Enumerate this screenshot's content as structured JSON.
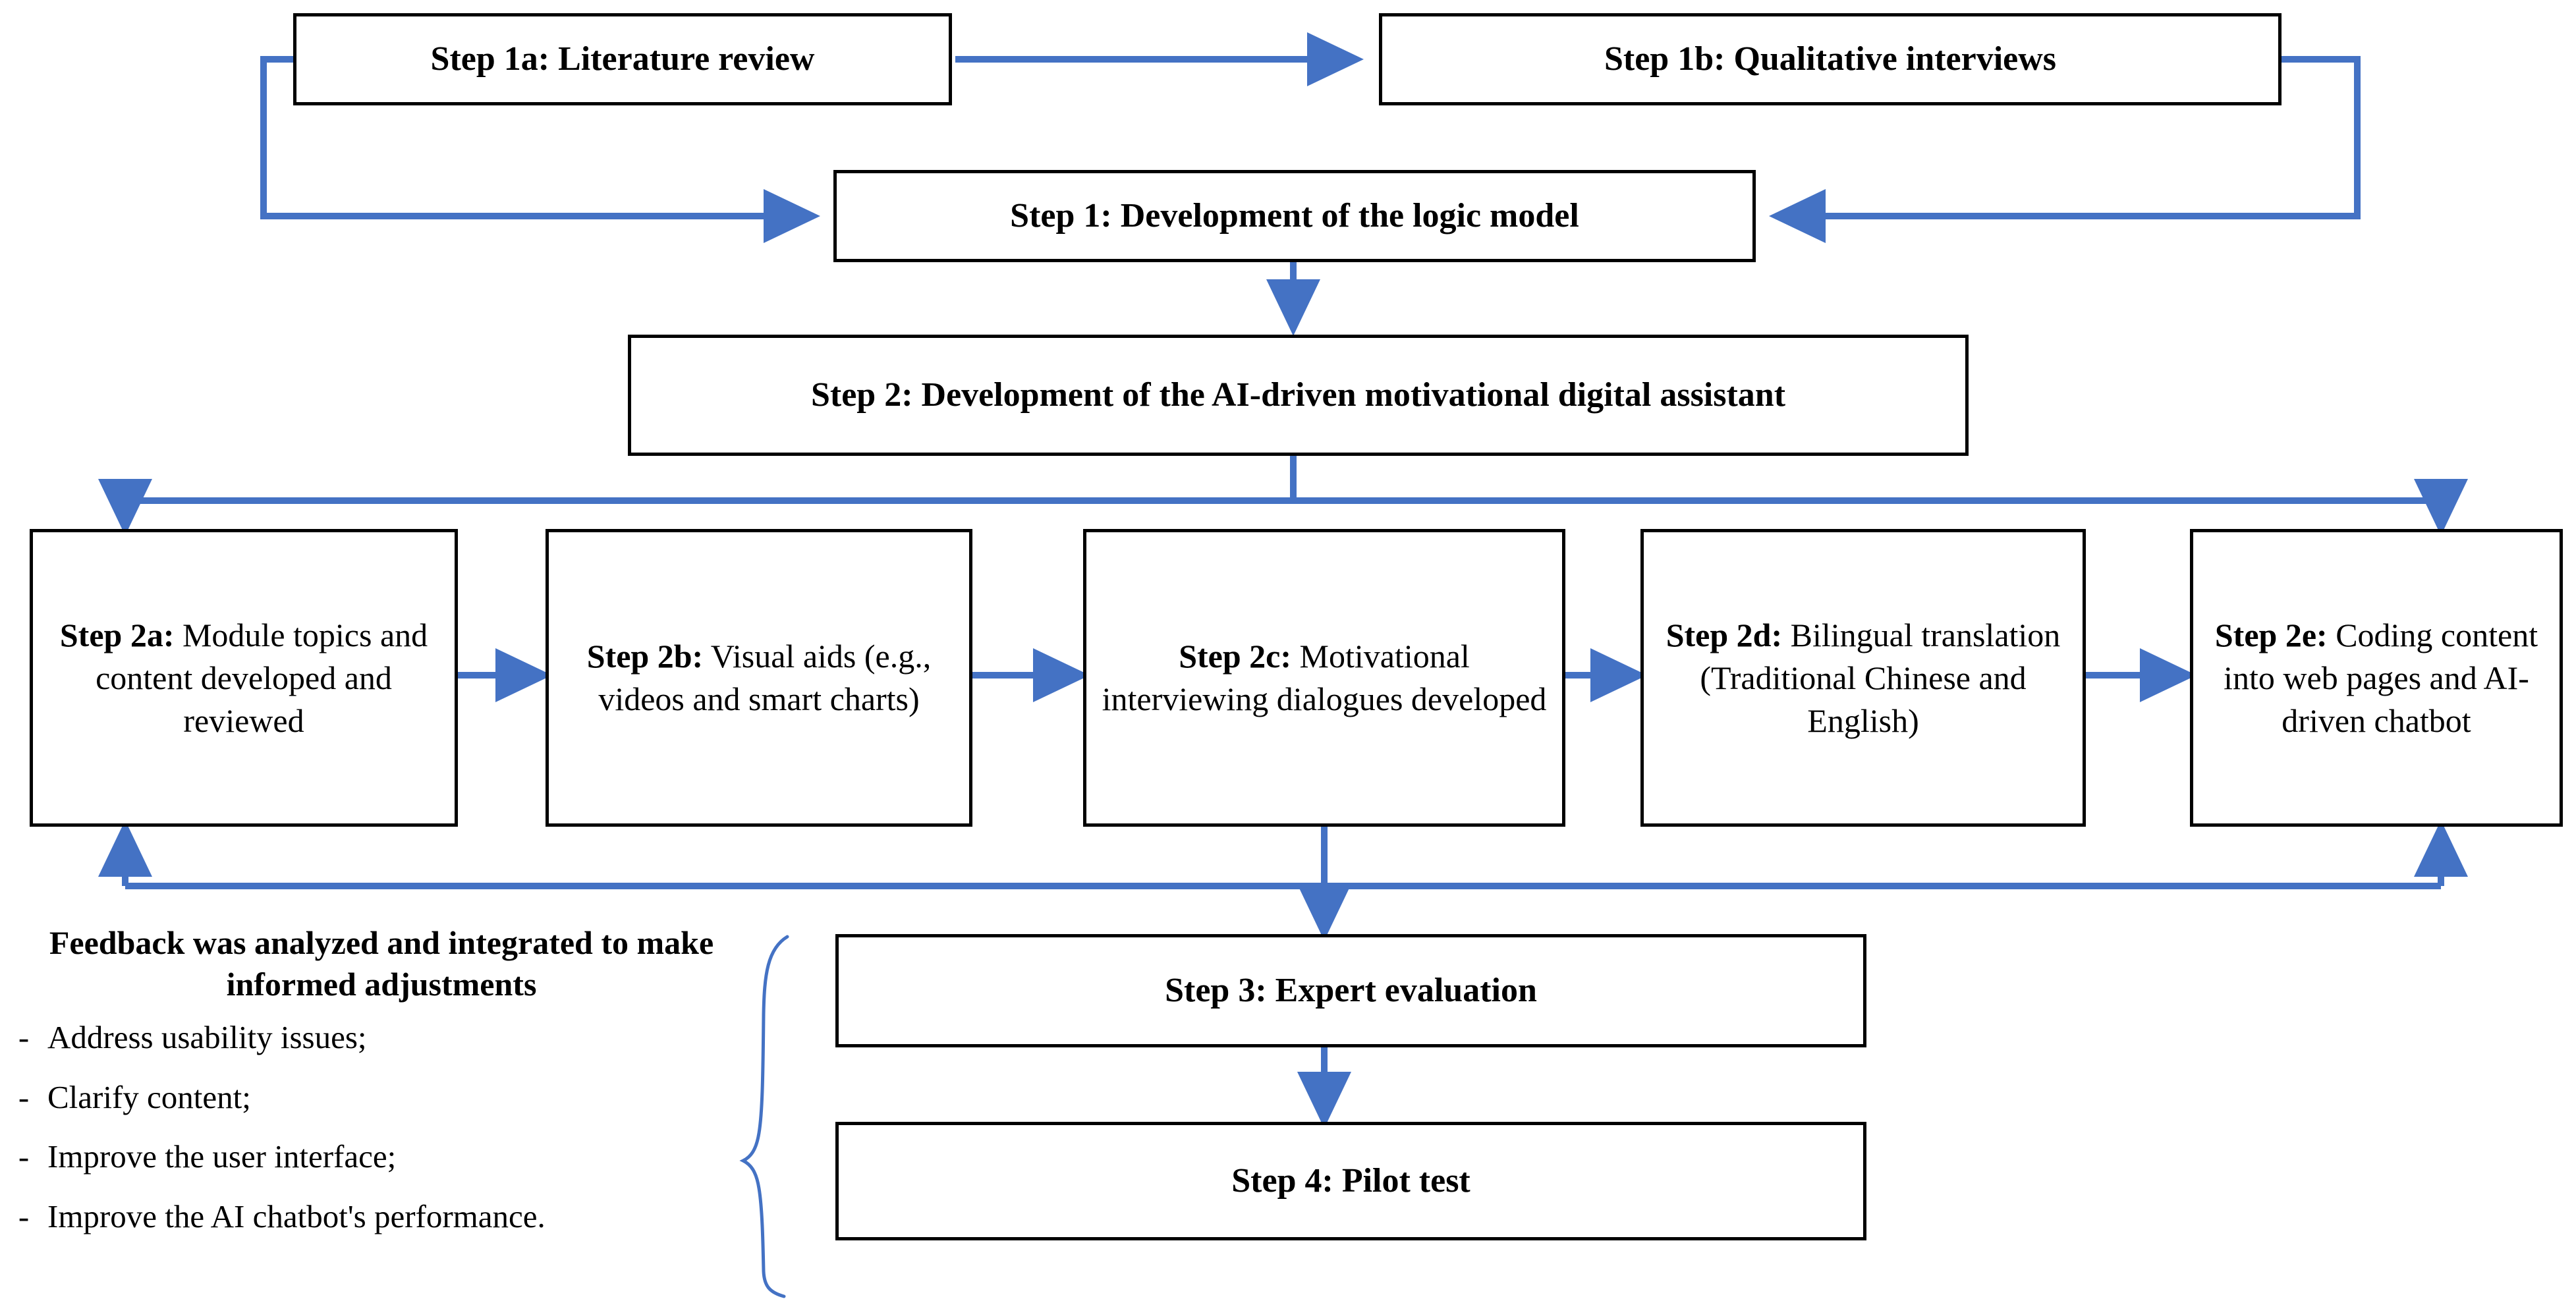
{
  "diagram": {
    "title": "Study development flow",
    "accent_color": "#4472C4",
    "box_border_color": "#000000",
    "background_color": "#FFFFFF"
  },
  "nodes": {
    "step1a": {
      "label_bold": "Step 1a",
      "label_rest": ": Literature review",
      "full": "Step 1a: Literature review"
    },
    "step1b": {
      "label_bold": "Step 1b",
      "label_rest": ": Qualitative interviews",
      "full": "Step 1b: Qualitative interviews"
    },
    "step1": {
      "label_bold": "Step 1",
      "label_rest": ": Development of the logic model",
      "full": "Step 1: Development of the logic model"
    },
    "step2": {
      "label_bold": "Step 2",
      "label_rest": ": Development of the AI-driven motivational digital assistant",
      "full": "Step 2: Development of the AI-driven motivational digital assistant"
    },
    "step2a": {
      "label_bold": "Step 2a:",
      "label_rest": " Module topics and content developed and reviewed",
      "full": "Step 2a: Module topics and content developed and reviewed"
    },
    "step2b": {
      "label_bold": "Step 2b:",
      "label_rest": " Visual aids (e.g., videos and smart charts)",
      "full": "Step 2b: Visual aids (e.g., videos and smart charts)"
    },
    "step2c": {
      "label_bold": "Step 2c:",
      "label_rest": " Motivational interviewing dialogues developed",
      "full": "Step 2c: Motivational interviewing dialogues developed"
    },
    "step2d": {
      "label_bold": "Step 2d:",
      "label_rest": " Bilingual translation (Traditional Chinese and English)",
      "full": "Step 2d: Bilingual translation (Traditional Chinese and English)"
    },
    "step2e": {
      "label_bold": "Step 2e:",
      "label_rest": " Coding content into web pages and AI-driven chatbot",
      "full": "Step 2e: Coding content into web pages and AI-driven chatbot"
    },
    "step3": {
      "label_bold": "Step 3",
      "label_rest": ": Expert evaluation",
      "full": "Step 3: Expert evaluation"
    },
    "step4": {
      "label_bold": "Step 4",
      "label_rest": ": Pilot test",
      "full": "Step 4: Pilot test"
    }
  },
  "feedback": {
    "heading": "Feedback was analyzed and integrated to make informed adjustments",
    "bullet_marker": "-",
    "items": [
      "Address usability issues;",
      "Clarify content;",
      "Improve the user interface;",
      "Improve the AI chatbot's performance."
    ]
  },
  "connectors": [
    {
      "name": "step1a-to-step1b",
      "from": "step1a",
      "to": "step1b",
      "style": "straight-arrow-right"
    },
    {
      "name": "step1a-left-to-step1",
      "from": "step1a",
      "to": "step1",
      "style": "elbow-left-down-right-arrow"
    },
    {
      "name": "step1b-right-to-step1",
      "from": "step1b",
      "to": "step1",
      "style": "elbow-right-down-left-arrow"
    },
    {
      "name": "step1-to-step2",
      "from": "step1",
      "to": "step2",
      "style": "straight-arrow-down"
    },
    {
      "name": "step2-to-step2a",
      "from": "step2",
      "to": "step2a",
      "style": "branch-down-left-arrow"
    },
    {
      "name": "step2-to-step2e",
      "from": "step2",
      "to": "step2e",
      "style": "branch-down-right-arrow"
    },
    {
      "name": "step2a-to-step2b",
      "from": "step2a",
      "to": "step2b",
      "style": "straight-arrow-right"
    },
    {
      "name": "step2b-to-step2c",
      "from": "step2b",
      "to": "step2c",
      "style": "straight-arrow-right"
    },
    {
      "name": "step2c-to-step2d",
      "from": "step2c",
      "to": "step2d",
      "style": "straight-arrow-right"
    },
    {
      "name": "step2d-to-step2e",
      "from": "step2d",
      "to": "step2e",
      "style": "straight-arrow-right"
    },
    {
      "name": "step2row-to-step3",
      "from": "step2-row",
      "to": "step3",
      "style": "straight-arrow-down"
    },
    {
      "name": "step3-to-step4",
      "from": "step3",
      "to": "step4",
      "style": "straight-arrow-down"
    },
    {
      "name": "feedback-to-step2a",
      "from": "feedback-loop",
      "to": "step2a",
      "style": "elbow-up-arrow"
    },
    {
      "name": "feedback-to-step2e",
      "from": "feedback-loop",
      "to": "step2e",
      "style": "elbow-up-arrow"
    }
  ]
}
